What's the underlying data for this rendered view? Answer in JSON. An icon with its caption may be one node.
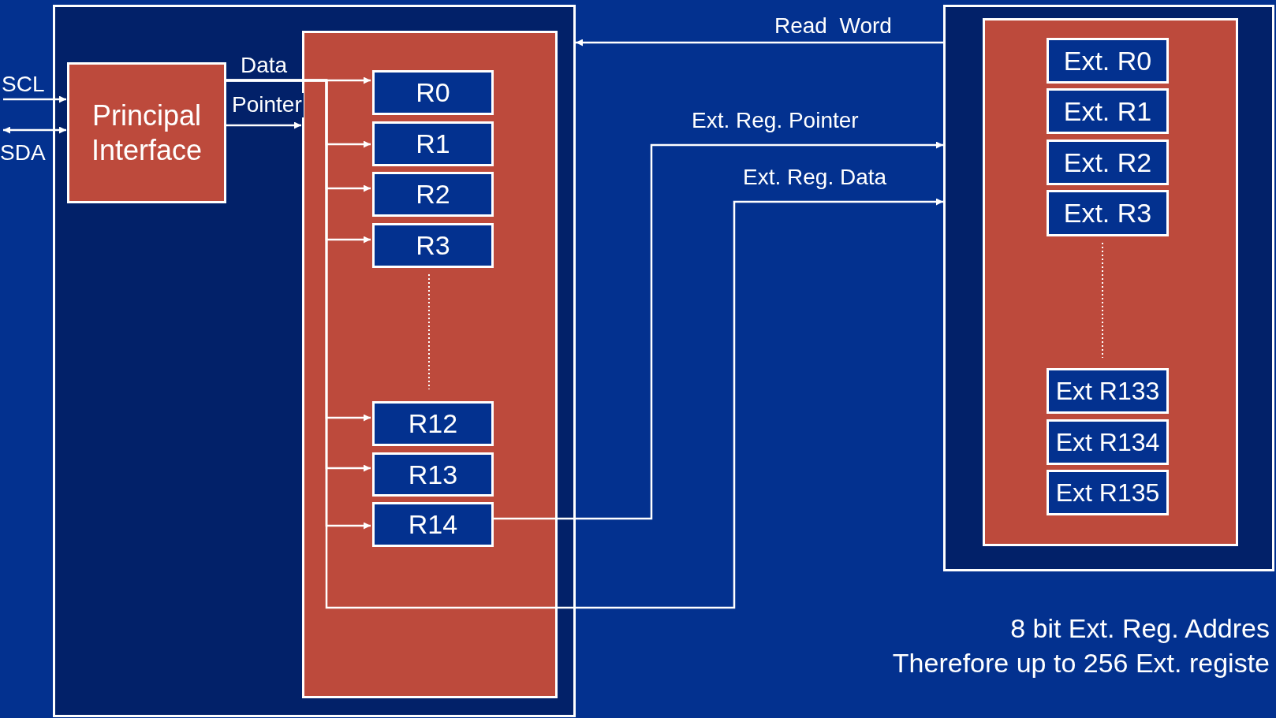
{
  "diagram": {
    "nodes": [
      {
        "text": [
          "SCL"
        ]
      },
      {
        "text": [
          "SDA"
        ]
      },
      {
        "text": [],
        "shape": "box"
      },
      {
        "text": [
          "Principal Interface"
        ],
        "in": 2
      },
      {
        "text": [],
        "shape": "box",
        "in": 2
      },
      {
        "text": [
          "R0"
        ],
        "in": 4
      },
      {
        "text": [
          "R1"
        ],
        "in": 4
      },
      {
        "text": [
          "R2"
        ],
        "in": 4
      },
      {
        "text": [
          "R3"
        ],
        "in": 4
      },
      {
        "text": [
          "R12"
        ],
        "in": 4
      },
      {
        "text": [
          "R13"
        ],
        "in": 4
      },
      {
        "text": [
          "R14"
        ],
        "in": 4
      },
      {
        "text": [],
        "shape": "box"
      },
      {
        "text": [],
        "shape": "box",
        "in": 12
      },
      {
        "text": [
          "Ext. R0"
        ],
        "in": 13
      },
      {
        "text": [
          "Ext. R1"
        ],
        "in": 13
      },
      {
        "text": [
          "Ext. R2"
        ],
        "in": 13
      },
      {
        "text": [
          "Ext. R3"
        ],
        "in": 13
      },
      {
        "text": [
          "Ext R133"
        ],
        "in": 13
      },
      {
        "text": [
          "Ext R134"
        ],
        "in": 13
      },
      {
        "text": [
          "Ext R135"
        ],
        "in": 13
      }
    ],
    "edges": [
      {
        "from": 0,
        "to": 3,
        "arrow": "to"
      },
      {
        "from": 1,
        "to": 3,
        "arrow": "both"
      },
      {
        "from": 3,
        "to": 5,
        "arrow": "to",
        "label": "Data"
      },
      {
        "from": 3,
        "to": 6,
        "arrow": "to"
      },
      {
        "from": 3,
        "to": 7,
        "arrow": "to"
      },
      {
        "from": 3,
        "to": 8,
        "arrow": "to"
      },
      {
        "from": 3,
        "to": 9,
        "arrow": "to"
      },
      {
        "from": 3,
        "to": 10,
        "arrow": "to"
      },
      {
        "from": 3,
        "to": 11,
        "arrow": "to"
      },
      {
        "from": 3,
        "to": 4,
        "arrow": "to",
        "label": "Pointer"
      },
      {
        "from": 12,
        "to": 2,
        "arrow": "to",
        "label": "Read  Word"
      },
      {
        "from": 11,
        "to": 12,
        "arrow": "to",
        "label": "Ext. Reg. Pointer"
      },
      {
        "from": 3,
        "to": 12,
        "arrow": "to",
        "label": "Ext. Reg. Data"
      }
    ],
    "labels": [
      "8 bit Ext. Reg. Addres",
      "Therefore up to 256 Ext. registe"
    ]
  }
}
